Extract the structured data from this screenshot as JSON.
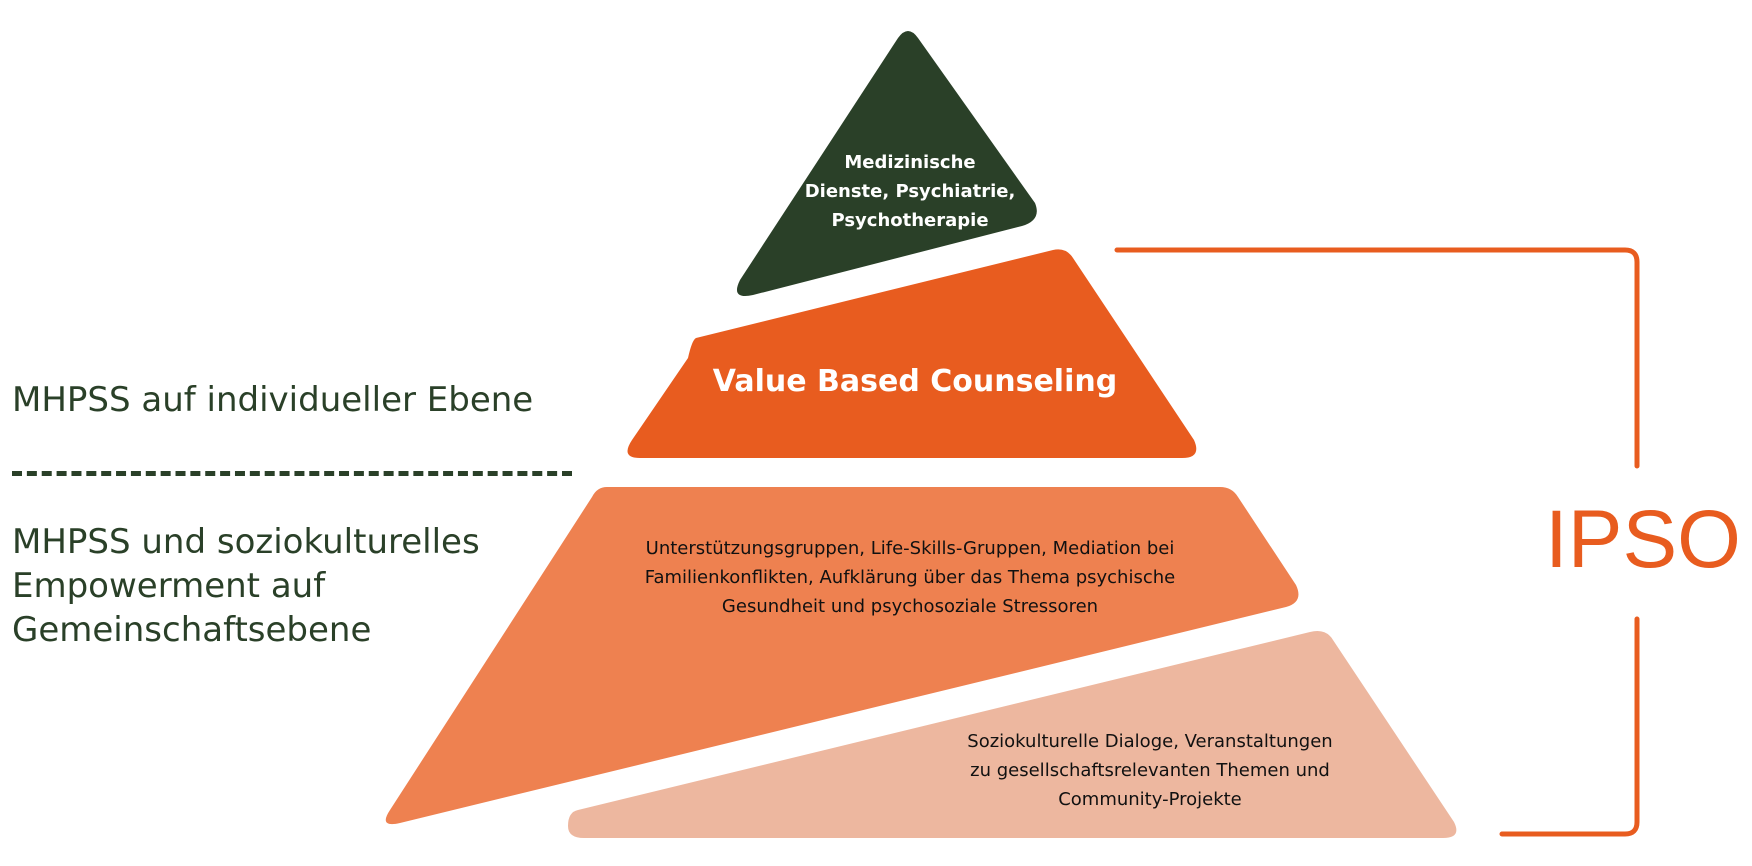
{
  "tiers": {
    "top": {
      "lines": [
        "Medizinische",
        "Dienste, Psychiatrie,",
        "Psychotherapie"
      ],
      "color": "#2a4028"
    },
    "value_based": {
      "text": "Value Based Counseling",
      "color": "#e85c1f"
    },
    "support_groups": {
      "lines": [
        "Unterstützungsgruppen, Life-Skills-Gruppen, Mediation bei",
        "Familienkonflikten, Aufklärung über das Thema psychische",
        "Gesundheit und psychosoziale Stressoren"
      ],
      "color": "#ee8150"
    },
    "sociocultural": {
      "lines": [
        "Soziokulturelle Dialoge, Veranstaltungen",
        "zu gesellschaftsrelevanten Themen und",
        "Community-Projekte"
      ],
      "color": "#edb79f"
    }
  },
  "side_labels": {
    "individual": "MHPSS auf individueller Ebene",
    "community": "MHPSS und soziokulturelles Empowerment auf Gemeinschaftsebene"
  },
  "bracket": {
    "label": "IPSO",
    "color": "#e85c1f"
  },
  "colors": {
    "dark_green": "#2a4028",
    "orange": "#e85c1f"
  }
}
